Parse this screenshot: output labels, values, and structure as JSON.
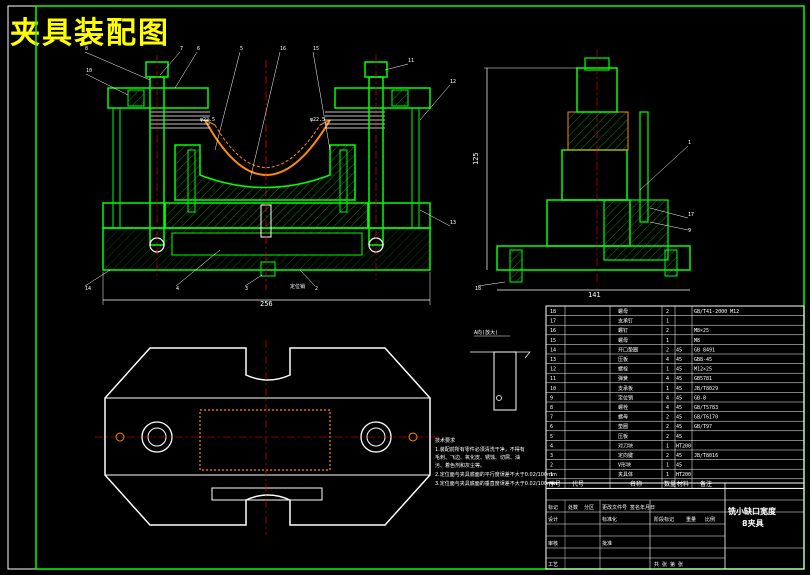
{
  "drawing": {
    "title": "夹具装配图",
    "dims": {
      "front_width": "256",
      "side_width": "141",
      "side_height": "125",
      "inner_a": "φ22.5",
      "inner_b": "φ22.5",
      "bottom_note": "定位销"
    },
    "section_label": "A向(放大)",
    "balloons": [
      "8",
      "7",
      "6",
      "5",
      "16",
      "15",
      "11",
      "10",
      "12",
      "13",
      "14",
      "4",
      "3",
      "2",
      "1",
      "17",
      "9",
      "18"
    ],
    "tech_notes": {
      "heading": "技术要求",
      "lines": [
        "1.装配前所有零件必须清洗干净，不得有",
        "毛刺、飞边、氧化皮、锈蚀、切屑、油",
        "污、着色剂和灰尘等。",
        "2.定位面与夹具底面的平行度误差不大于0.02/100mm",
        "3.定位面与夹具底面的垂直度误差不大于0.02/100mm"
      ]
    },
    "bom": {
      "rows": [
        {
          "no": "18",
          "name": "螺母",
          "qty": "2",
          "mat": "",
          "std": "GB/T41-2000 M12"
        },
        {
          "no": "17",
          "name": "支承钉",
          "qty": "1",
          "mat": "",
          "std": ""
        },
        {
          "no": "16",
          "name": "螺钉",
          "qty": "2",
          "mat": "",
          "std": "M8×25"
        },
        {
          "no": "15",
          "name": "螺母",
          "qty": "1",
          "mat": "",
          "std": "M8"
        },
        {
          "no": "14",
          "name": "开口垫圈",
          "qty": "2",
          "mat": "45",
          "std": "GB 8491"
        },
        {
          "no": "13",
          "name": "压板",
          "qty": "4",
          "mat": "45",
          "std": "GB8-45"
        },
        {
          "no": "12",
          "name": "螺栓",
          "qty": "1",
          "mat": "45",
          "std": "M12×25"
        },
        {
          "no": "11",
          "name": "弹簧",
          "qty": "4",
          "mat": "45",
          "std": "GB5781"
        },
        {
          "no": "10",
          "name": "支承板",
          "qty": "1",
          "mat": "45",
          "std": "JB/T8029"
        },
        {
          "no": "9",
          "name": "定位销",
          "qty": "4",
          "mat": "45",
          "std": "GB-8"
        },
        {
          "no": "8",
          "name": "螺栓",
          "qty": "4",
          "mat": "45",
          "std": "GB/T5783"
        },
        {
          "no": "7",
          "name": "螺母",
          "qty": "2",
          "mat": "45",
          "std": "GB/T6170"
        },
        {
          "no": "6",
          "name": "垫圈",
          "qty": "2",
          "mat": "45",
          "std": "GB/T97"
        },
        {
          "no": "5",
          "name": "压板",
          "qty": "2",
          "mat": "45",
          "std": ""
        },
        {
          "no": "4",
          "name": "对刀块",
          "qty": "1",
          "mat": "HT200",
          "std": ""
        },
        {
          "no": "3",
          "name": "定向键",
          "qty": "2",
          "mat": "45",
          "std": "JB/T8016"
        },
        {
          "no": "2",
          "name": "V形块",
          "qty": "1",
          "mat": "45",
          "std": ""
        },
        {
          "no": "1",
          "name": "夹具体",
          "qty": "1",
          "mat": "HT200",
          "std": ""
        }
      ],
      "header": {
        "no": "序号",
        "code": "代号",
        "name": "名称",
        "qty": "数量",
        "mat": "材料",
        "note": "备注"
      }
    },
    "title_block": {
      "part_name": "铣小缺口宽度",
      "drawing_name": "8夹具",
      "labels": [
        "标记",
        "处数",
        "分区",
        "更改文件号",
        "签名",
        "年月日",
        "设计",
        "标准化",
        "阶段标记",
        "重量",
        "比例",
        "审核",
        "工艺",
        "批准",
        "共 张 第 张"
      ]
    }
  }
}
